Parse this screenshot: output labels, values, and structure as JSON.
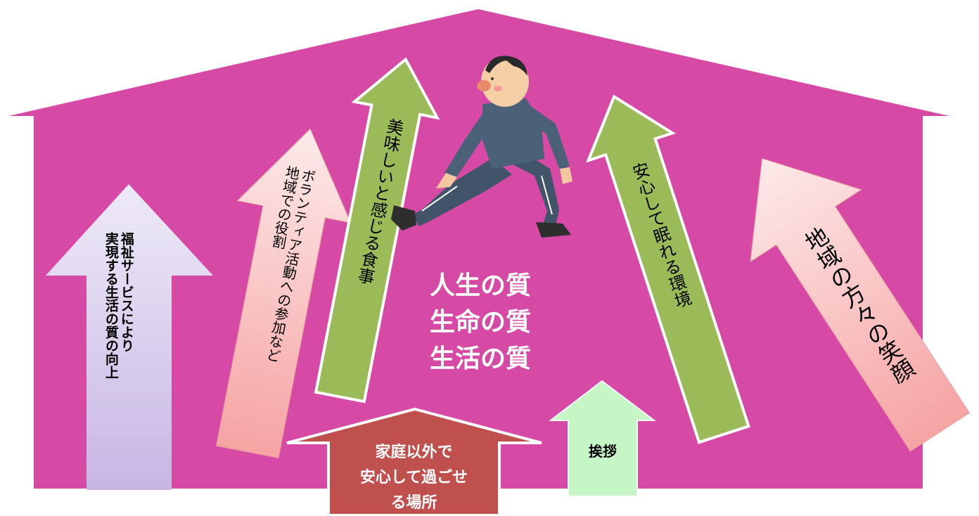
{
  "colors": {
    "house": "#d64aa6",
    "green_arrow": "#9bbb59",
    "pink_arrow_start": "#fce4e4",
    "pink_arrow_end": "#f7a0a0",
    "lavender_start": "#eeeaf8",
    "lavender_end": "#c7b6e4",
    "mint": "#c6f5c6",
    "brown": "#c0504d"
  },
  "center": {
    "line1": "人生の質",
    "line2": "生命の質",
    "line3": "生活の質"
  },
  "arrows": {
    "welfare": "福祉サービスにより\n実現する生活の質の向上",
    "volunteer": "ボランティア活動への参加など\n地域での役割",
    "meal": "美味しいと感じる食事",
    "sleep": "安心して眠れる環境",
    "smiles": "地域の方々の笑顔",
    "greeting": "挨拶",
    "place": "家庭以外で\n安心して過ごせ\nる場所"
  },
  "icons": {
    "person": "walking-elder-illustration"
  }
}
